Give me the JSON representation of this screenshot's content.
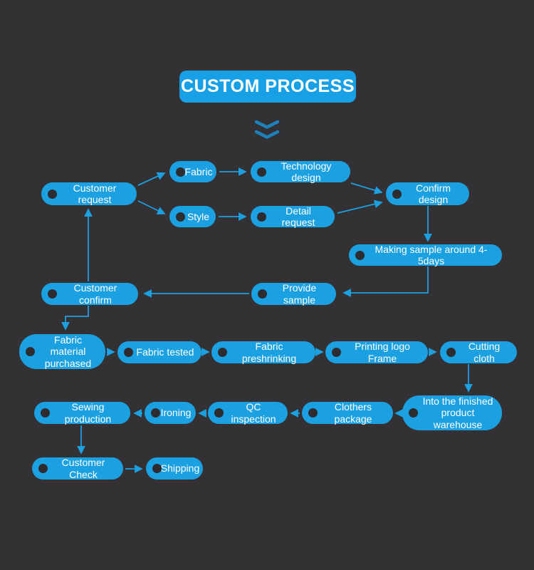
{
  "title": "CUSTOM PROCESS",
  "colors": {
    "background": "#333133",
    "accent": "#17a0e6",
    "node": "#1ba0e1",
    "arrow": "#1ba0e1",
    "chevron": "#1c81bd",
    "dot": "#2e2c2f",
    "text": "#ffffff"
  },
  "icons": {
    "flow_direction": "double-chevron-down-icon",
    "node_bullet": "bullet-dot-icon"
  },
  "nodes": {
    "customer_request": {
      "label": "Customer request"
    },
    "fabric": {
      "label": "Fabric"
    },
    "style": {
      "label": "Style"
    },
    "technology_design": {
      "label": "Technology design"
    },
    "detail_request": {
      "label": "Detail request"
    },
    "confirm_design": {
      "label": "Confirm design"
    },
    "making_sample": {
      "label": "Making sample around 4-5days"
    },
    "customer_confirm": {
      "label": "Customer confirm"
    },
    "provide_sample": {
      "label": "Provide sample"
    },
    "fabric_material": {
      "label": "Fabric material purchased"
    },
    "fabric_tested": {
      "label": "Fabric tested"
    },
    "fabric_preshrinking": {
      "label": "Fabric preshrinking"
    },
    "printing_logo": {
      "label": "Printing logo Frame"
    },
    "cutting_cloth": {
      "label": "Cutting cloth"
    },
    "sewing_production": {
      "label": "Sewing production"
    },
    "ironing": {
      "label": "Ironing"
    },
    "qc_inspection": {
      "label": "QC inspection"
    },
    "clothers_package": {
      "label": "Clothers package"
    },
    "warehouse": {
      "label": "Into the finished product warehouse"
    },
    "customer_check": {
      "label": "Customer Check"
    },
    "shipping": {
      "label": "Shipping"
    }
  },
  "edges": [
    {
      "from": "customer_request",
      "to": "fabric"
    },
    {
      "from": "customer_request",
      "to": "style"
    },
    {
      "from": "fabric",
      "to": "technology_design"
    },
    {
      "from": "style",
      "to": "detail_request"
    },
    {
      "from": "technology_design",
      "to": "confirm_design"
    },
    {
      "from": "detail_request",
      "to": "confirm_design"
    },
    {
      "from": "confirm_design",
      "to": "making_sample"
    },
    {
      "from": "making_sample",
      "to": "provide_sample"
    },
    {
      "from": "provide_sample",
      "to": "customer_confirm"
    },
    {
      "from": "customer_confirm",
      "to": "customer_request"
    },
    {
      "from": "customer_confirm",
      "to": "fabric_material"
    },
    {
      "from": "fabric_material",
      "to": "fabric_tested"
    },
    {
      "from": "fabric_tested",
      "to": "fabric_preshrinking"
    },
    {
      "from": "fabric_preshrinking",
      "to": "printing_logo"
    },
    {
      "from": "printing_logo",
      "to": "cutting_cloth"
    },
    {
      "from": "cutting_cloth",
      "to": "warehouse"
    },
    {
      "from": "warehouse",
      "to": "clothers_package"
    },
    {
      "from": "clothers_package",
      "to": "qc_inspection"
    },
    {
      "from": "qc_inspection",
      "to": "ironing"
    },
    {
      "from": "ironing",
      "to": "sewing_production"
    },
    {
      "from": "sewing_production",
      "to": "customer_check"
    },
    {
      "from": "customer_check",
      "to": "shipping"
    }
  ]
}
